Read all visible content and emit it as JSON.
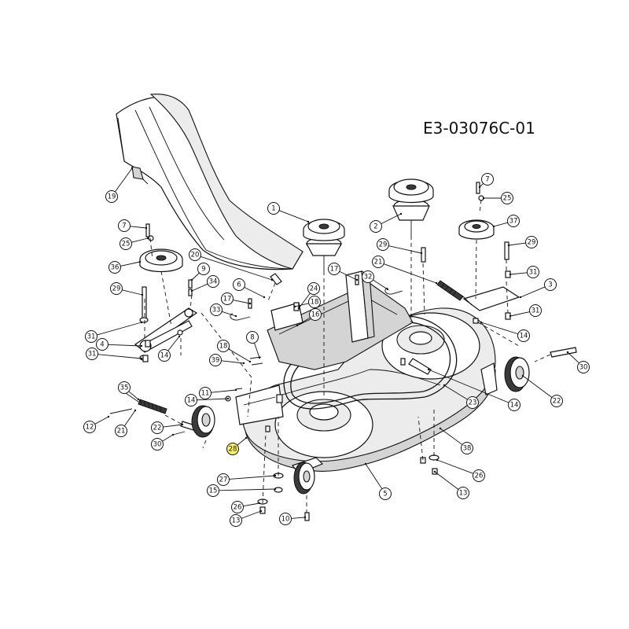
{
  "drawing_code": "E3-03076C-01",
  "highlighted_callout": "28",
  "callouts": [
    {
      "id": "c19",
      "label": "19"
    },
    {
      "id": "c1",
      "label": "1"
    },
    {
      "id": "c2",
      "label": "2"
    },
    {
      "id": "c7a",
      "label": "7"
    },
    {
      "id": "c25a",
      "label": "25"
    },
    {
      "id": "c7b",
      "label": "7"
    },
    {
      "id": "c25b",
      "label": "25"
    },
    {
      "id": "c37",
      "label": "37"
    },
    {
      "id": "c29a",
      "label": "29"
    },
    {
      "id": "c29b",
      "label": "29"
    },
    {
      "id": "c29c",
      "label": "29"
    },
    {
      "id": "c20",
      "label": "20"
    },
    {
      "id": "c36",
      "label": "36"
    },
    {
      "id": "c9",
      "label": "9"
    },
    {
      "id": "c34",
      "label": "34"
    },
    {
      "id": "c6",
      "label": "6"
    },
    {
      "id": "c24",
      "label": "24"
    },
    {
      "id": "c17a",
      "label": "17"
    },
    {
      "id": "c17b",
      "label": "17"
    },
    {
      "id": "c21a",
      "label": "21"
    },
    {
      "id": "c32",
      "label": "32"
    },
    {
      "id": "c31a",
      "label": "31"
    },
    {
      "id": "c3",
      "label": "3"
    },
    {
      "id": "c33",
      "label": "33"
    },
    {
      "id": "c18a",
      "label": "18"
    },
    {
      "id": "c16",
      "label": "16"
    },
    {
      "id": "c31b",
      "label": "31"
    },
    {
      "id": "c31c",
      "label": "31"
    },
    {
      "id": "c4",
      "label": "4"
    },
    {
      "id": "c31d",
      "label": "31"
    },
    {
      "id": "c14a",
      "label": "14"
    },
    {
      "id": "c8",
      "label": "8"
    },
    {
      "id": "c14b",
      "label": "14"
    },
    {
      "id": "c18b",
      "label": "18"
    },
    {
      "id": "c39",
      "label": "39"
    },
    {
      "id": "c30a",
      "label": "30"
    },
    {
      "id": "c35",
      "label": "35"
    },
    {
      "id": "c11",
      "label": "11"
    },
    {
      "id": "c14c",
      "label": "14"
    },
    {
      "id": "c22a",
      "label": "22"
    },
    {
      "id": "c23",
      "label": "23"
    },
    {
      "id": "c14d",
      "label": "14"
    },
    {
      "id": "c12",
      "label": "12"
    },
    {
      "id": "c21b",
      "label": "21"
    },
    {
      "id": "c22b",
      "label": "22"
    },
    {
      "id": "c30b",
      "label": "30"
    },
    {
      "id": "c28",
      "label": "28"
    },
    {
      "id": "c38",
      "label": "38"
    },
    {
      "id": "c27",
      "label": "27"
    },
    {
      "id": "c15",
      "label": "15"
    },
    {
      "id": "c5",
      "label": "5"
    },
    {
      "id": "c26a",
      "label": "26"
    },
    {
      "id": "c26b",
      "label": "26"
    },
    {
      "id": "c13a",
      "label": "13"
    },
    {
      "id": "c13b",
      "label": "13"
    },
    {
      "id": "c10",
      "label": "10"
    }
  ]
}
